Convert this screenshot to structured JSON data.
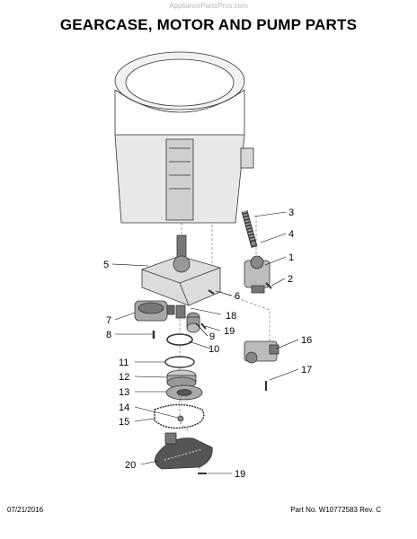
{
  "watermark": "AppliancePartsPros.com",
  "title": "GEARCASE, MOTOR AND PUMP PARTS",
  "footer": {
    "date": "07/21/2016",
    "part_no": "Part No. W10772583  Rev. C"
  },
  "callouts": [
    "1",
    "2",
    "3",
    "4",
    "5",
    "6",
    "7",
    "8",
    "9",
    "10",
    "11",
    "12",
    "13",
    "14",
    "15",
    "16",
    "17",
    "18",
    "19",
    "20",
    "19"
  ],
  "colors": {
    "line": "#333333",
    "fill_light": "#e8e8e8",
    "fill_mid": "#bdbdbd",
    "fill_dark": "#555555"
  }
}
